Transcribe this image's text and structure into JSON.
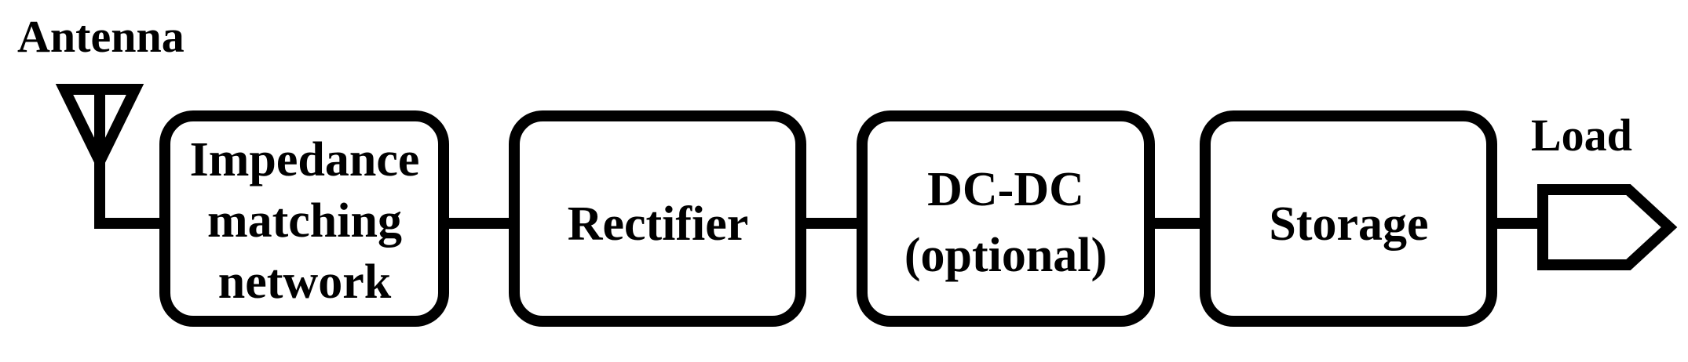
{
  "diagram": {
    "antenna_label": "Antenna",
    "load_label": "Load",
    "blocks": [
      {
        "lines": [
          "Impedance",
          "matching",
          "network"
        ]
      },
      {
        "lines": [
          "Rectifier"
        ]
      },
      {
        "lines": [
          "DC-DC",
          "(optional)"
        ]
      },
      {
        "lines": [
          "Storage"
        ]
      }
    ],
    "colors": {
      "stroke": "#000000",
      "fill": "#ffffff"
    }
  }
}
